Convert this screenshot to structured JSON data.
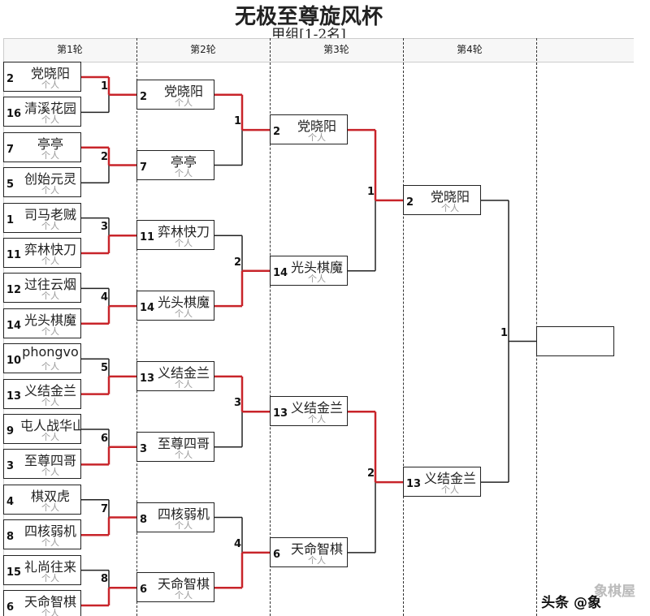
{
  "title": "无极至尊旋风杯",
  "subtitle": "甲组[1-2名]",
  "rounds": [
    "第1轮",
    "第2轮",
    "第3轮",
    "第4轮"
  ],
  "team_label": "个人",
  "colors": {
    "win": "#c8242a",
    "line": "#222222"
  },
  "round1": [
    {
      "seed": "2",
      "name": "党晓阳"
    },
    {
      "seed": "16",
      "name": "清溪花园"
    },
    {
      "seed": "7",
      "name": "亭亭"
    },
    {
      "seed": "5",
      "name": "创始元灵"
    },
    {
      "seed": "1",
      "name": "司马老贼"
    },
    {
      "seed": "11",
      "name": "弈林快刀"
    },
    {
      "seed": "12",
      "name": "过往云烟"
    },
    {
      "seed": "14",
      "name": "光头棋魔"
    },
    {
      "seed": "10",
      "name": "phongvo"
    },
    {
      "seed": "13",
      "name": "义结金兰"
    },
    {
      "seed": "9",
      "name": "屯人战华山"
    },
    {
      "seed": "3",
      "name": "至尊四哥"
    },
    {
      "seed": "4",
      "name": "棋双虎"
    },
    {
      "seed": "8",
      "name": "四核弱机"
    },
    {
      "seed": "15",
      "name": "礼尚往来"
    },
    {
      "seed": "6",
      "name": "天命智棋"
    }
  ],
  "round1_matches": [
    {
      "label": "1",
      "winner": 0
    },
    {
      "label": "2",
      "winner": 0
    },
    {
      "label": "3",
      "winner": 1
    },
    {
      "label": "4",
      "winner": 1
    },
    {
      "label": "5",
      "winner": 1
    },
    {
      "label": "6",
      "winner": 1
    },
    {
      "label": "7",
      "winner": 1
    },
    {
      "label": "8",
      "winner": 1
    }
  ],
  "round2": [
    {
      "seed": "2",
      "name": "党晓阳"
    },
    {
      "seed": "7",
      "name": "亭亭"
    },
    {
      "seed": "11",
      "name": "弈林快刀"
    },
    {
      "seed": "14",
      "name": "光头棋魔"
    },
    {
      "seed": "13",
      "name": "义结金兰"
    },
    {
      "seed": "3",
      "name": "至尊四哥"
    },
    {
      "seed": "8",
      "name": "四核弱机"
    },
    {
      "seed": "6",
      "name": "天命智棋"
    }
  ],
  "round2_matches": [
    {
      "label": "1",
      "winner": 0
    },
    {
      "label": "2",
      "winner": 1
    },
    {
      "label": "3",
      "winner": 0
    },
    {
      "label": "4",
      "winner": 1
    }
  ],
  "round3": [
    {
      "seed": "2",
      "name": "党晓阳"
    },
    {
      "seed": "14",
      "name": "光头棋魔"
    },
    {
      "seed": "13",
      "name": "义结金兰"
    },
    {
      "seed": "6",
      "name": "天命智棋"
    }
  ],
  "round3_matches": [
    {
      "label": "1",
      "winner": 0
    },
    {
      "label": "2",
      "winner": 0
    }
  ],
  "round4": [
    {
      "seed": "2",
      "name": "党晓阳"
    },
    {
      "seed": "13",
      "name": "义结金兰"
    }
  ],
  "round4_matches": [
    {
      "label": "1",
      "winner": -1
    }
  ],
  "watermark": "头条 @象",
  "watermark_logo": "象棋屋"
}
